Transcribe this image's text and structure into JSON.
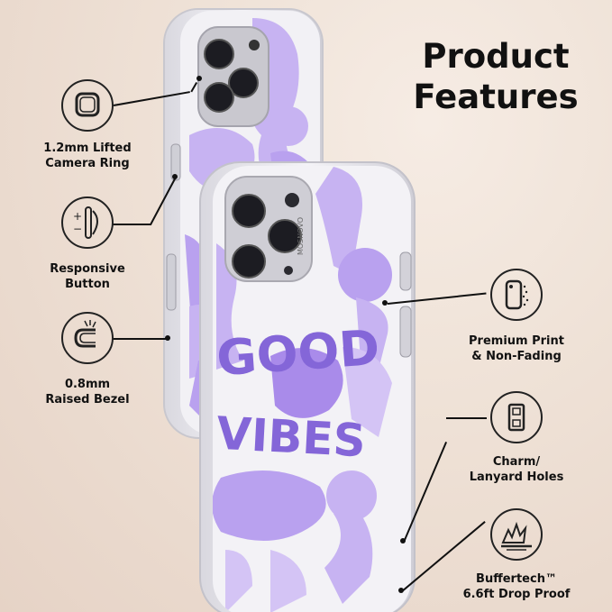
{
  "title": {
    "line1": "Product",
    "line2": "Features"
  },
  "brand_text": "MOSNOVO",
  "print": {
    "good": "GOOD",
    "vibes": "VIBES"
  },
  "features": [
    {
      "id": "camera-ring",
      "icon": "camera-ring-icon",
      "line1": "1.2mm Lifted",
      "line2": "Camera Ring"
    },
    {
      "id": "responsive-button",
      "icon": "button-icon",
      "line1": "Responsive",
      "line2": "Button"
    },
    {
      "id": "raised-bezel",
      "icon": "bezel-icon",
      "line1": "0.8mm",
      "line2": "Raised Bezel"
    },
    {
      "id": "premium-print",
      "icon": "print-icon",
      "line1": "Premium Print",
      "line2": "& Non-Fading"
    },
    {
      "id": "lanyard-holes",
      "icon": "lanyard-holes-icon",
      "line1": "Charm/",
      "line2": "Lanyard Holes"
    },
    {
      "id": "drop-proof",
      "icon": "impact-icon",
      "line1": "Buffertech™",
      "line2": "6.6ft Drop Proof"
    }
  ],
  "colors": {
    "purple": "#a98bea",
    "purple_dark": "#8466d8",
    "lilac": "#c7b3f2",
    "case": "#e9e8ee"
  }
}
